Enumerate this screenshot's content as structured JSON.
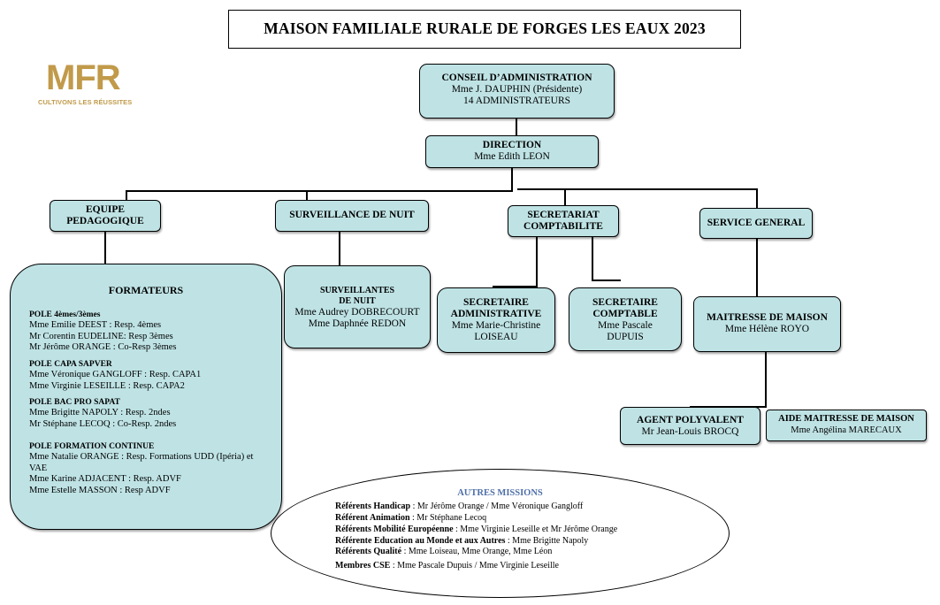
{
  "title": "MAISON FAMILIALE RURALE DE FORGES LES EAUX 2023",
  "logo": {
    "mark": "MFR",
    "tagline": "CULTIVONS LES RÉUSSITES",
    "color": "#c19a4a"
  },
  "colors": {
    "box_fill": "#bfe3e5",
    "missions_title": "#4f6fa8"
  },
  "conseil": {
    "title": "CONSEIL D’ADMINISTRATION",
    "line1": "Mme J. DAUPHIN (Présidente)",
    "line2": "14 ADMINISTRATEURS"
  },
  "direction": {
    "title": "DIRECTION",
    "line1": "Mme Edith LEON"
  },
  "equipe": {
    "line1": "EQUIPE",
    "line2": "PEDAGOGIQUE"
  },
  "surveillance": {
    "title": "SURVEILLANCE DE NUIT"
  },
  "secretariat": {
    "line1": "SECRETARIAT",
    "line2": "COMPTABILITE"
  },
  "service": {
    "title": "SERVICE GENERAL"
  },
  "formateurs": {
    "title": "FORMATEURS",
    "poles": [
      {
        "heading": "POLE 4èmes/3èmes",
        "lines": [
          "Mme Emilie DEEST : Resp. 4èmes",
          "Mr Corentin EUDELINE: Resp 3èmes",
          "Mr Jérôme ORANGE : Co-Resp 3èmes"
        ]
      },
      {
        "heading": "POLE CAPA SAPVER",
        "lines": [
          "Mme Véronique GANGLOFF : Resp. CAPA1",
          "Mme Virginie LESEILLE : Resp. CAPA2"
        ]
      },
      {
        "heading": "POLE BAC PRO SAPAT",
        "lines": [
          "Mme Brigitte NAPOLY : Resp. 2ndes",
          "Mr Stéphane LECOQ : Co-Resp. 2ndes"
        ]
      },
      {
        "heading": "POLE FORMATION CONTINUE",
        "lines": [
          "Mme Natalie ORANGE : Resp. Formations UDD (Ipéria) et VAE",
          "Mme Karine ADJACENT : Resp. ADVF",
          "Mme Estelle MASSON : Resp ADVF"
        ]
      }
    ]
  },
  "surveillantes": {
    "line1": "SURVEILLANTES",
    "line2": "DE NUIT",
    "name1": "Mme Audrey DOBRECOURT",
    "name2": "Mme Daphnée REDON"
  },
  "secretaire_admin": {
    "line1": "SECRETAIRE",
    "line2": "ADMINISTRATIVE",
    "name1": "Mme Marie-Christine",
    "name2": "LOISEAU"
  },
  "secretaire_compta": {
    "line1": "SECRETAIRE",
    "line2": "COMPTABLE",
    "name1": "Mme Pascale",
    "name2": "DUPUIS"
  },
  "maitresse": {
    "title": "MAITRESSE DE MAISON",
    "name": "Mme Hélène ROYO"
  },
  "agent": {
    "title": "AGENT POLYVALENT",
    "name": "Mr Jean-Louis BROCQ"
  },
  "aide": {
    "title": "AIDE MAITRESSE DE MAISON",
    "name": "Mme Angélina MARECAUX"
  },
  "missions": {
    "title": "AUTRES MISSIONS",
    "items": [
      {
        "label": "Référents Handicap",
        "value": ": Mr Jérôme Orange / Mme Véronique Gangloff"
      },
      {
        "label": "Référent Animation",
        "value": ": Mr Stéphane Lecoq"
      },
      {
        "label": "Référents Mobilité Européenne",
        "value": ": Mme Virginie Leseille et Mr Jérôme Orange"
      },
      {
        "label": "Référente Education au Monde et aux Autres",
        "value": ": Mme Brigitte Napoly"
      },
      {
        "label": "Référents Qualité",
        "value": ": Mme Loiseau, Mme Orange, Mme Léon"
      },
      {
        "label": "Membres CSE",
        "value": ": Mme Pascale Dupuis / Mme Virginie Leseille"
      }
    ]
  }
}
